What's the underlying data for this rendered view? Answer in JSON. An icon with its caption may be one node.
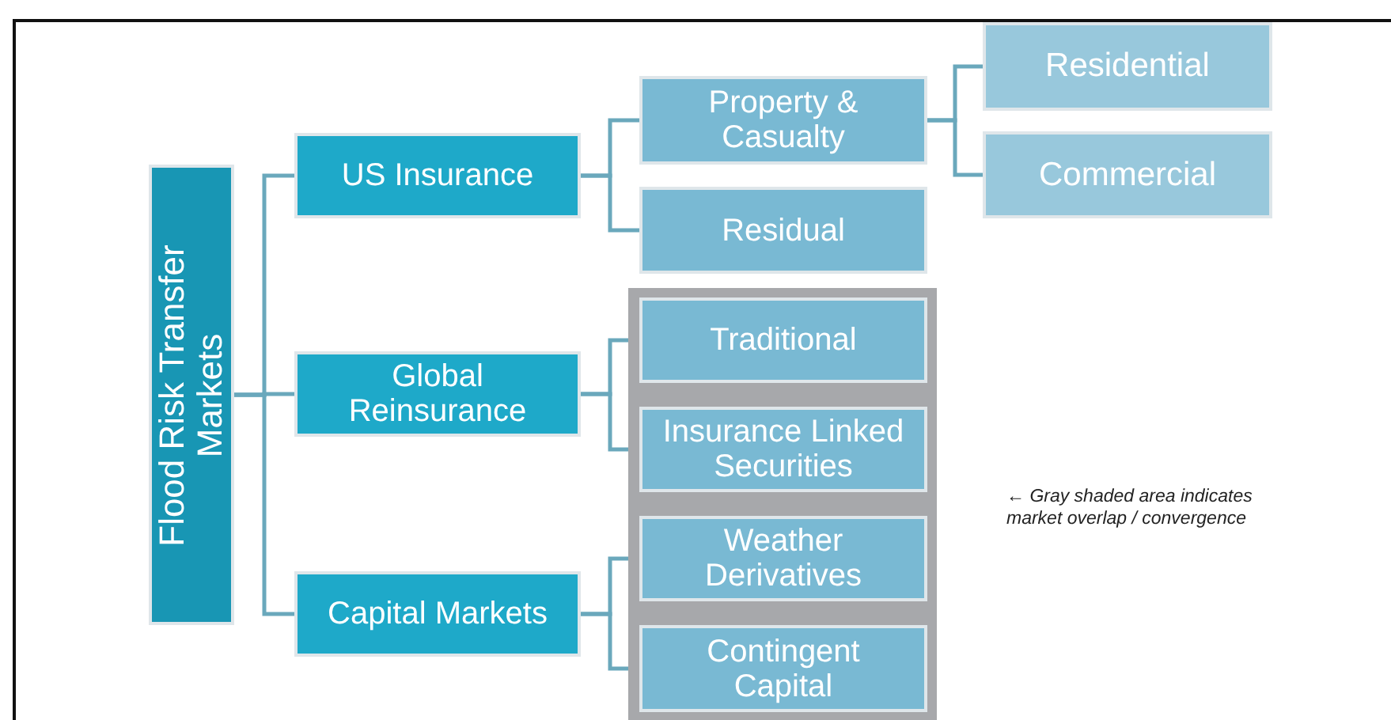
{
  "diagram": {
    "nodes": [
      {
        "text": [
          "Flood Risk Transfer Markets"
        ]
      },
      {
        "text": [
          "US Insurance"
        ]
      },
      {
        "text": [
          "Property & Casualty"
        ]
      },
      {
        "text": [
          "Residential"
        ]
      },
      {
        "text": [
          "Commercial"
        ]
      },
      {
        "text": [
          "Residual"
        ]
      },
      {
        "text": [
          "Global Reinsurance"
        ]
      },
      {
        "text": [],
        "shape": "box"
      },
      {
        "text": [
          "Traditional"
        ],
        "in": 7
      },
      {
        "text": [
          "Insurance Linked Securities"
        ],
        "in": 7
      },
      {
        "text": [
          "Capital Markets"
        ]
      },
      {
        "text": [
          "Weather Derivatives"
        ],
        "in": 7
      },
      {
        "text": [
          "Contingent Capital"
        ],
        "in": 7
      }
    ],
    "edges": [
      {
        "from": 0,
        "to": 1,
        "arrow": "none"
      },
      {
        "from": 0,
        "to": 6,
        "arrow": "none"
      },
      {
        "from": 0,
        "to": 10,
        "arrow": "none"
      },
      {
        "from": 1,
        "to": 2,
        "arrow": "none"
      },
      {
        "from": 1,
        "to": 5,
        "arrow": "none"
      },
      {
        "from": 2,
        "to": 3,
        "arrow": "none"
      },
      {
        "from": 2,
        "to": 4,
        "arrow": "none"
      },
      {
        "from": 6,
        "to": 8,
        "arrow": "none"
      },
      {
        "from": 6,
        "to": 9,
        "arrow": "none"
      },
      {
        "from": 10,
        "to": 11,
        "arrow": "none"
      },
      {
        "from": 10,
        "to": 12,
        "arrow": "none"
      }
    ],
    "labels": [
      "← Gray shaded area indicates market overlap / convergence"
    ]
  }
}
